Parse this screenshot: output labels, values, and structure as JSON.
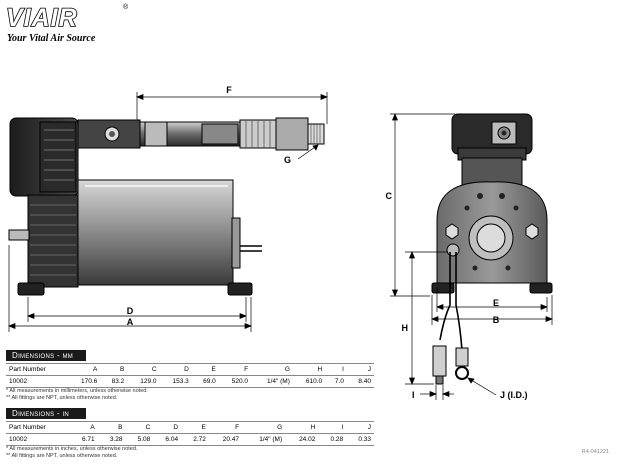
{
  "brand": {
    "name": "VIAIR",
    "reg": "®",
    "tagline": "Your Vital Air Source"
  },
  "dimension_labels": {
    "A": "A",
    "B": "B",
    "C": "C",
    "D": "D",
    "E": "E",
    "F": "F",
    "G": "G",
    "H": "H",
    "I": "I",
    "J": "J (I.D.)"
  },
  "tables": [
    {
      "title": "Dimensions - mm",
      "header": [
        "Part Number",
        "A",
        "B",
        "C",
        "D",
        "E",
        "F",
        "G",
        "H",
        "I",
        "J"
      ],
      "row": [
        "10002",
        "170.6",
        "83.2",
        "129.0",
        "153.3",
        "69.0",
        "520.0",
        "1/4\" (M)",
        "610.0",
        "7.0",
        "8.40"
      ],
      "notes": [
        "* All measurements in millimeters, unless otherwise noted.",
        "** All fittings are NPT, unless otherwise noted."
      ]
    },
    {
      "title": "Dimensions - in",
      "header": [
        "Part Number",
        "A",
        "B",
        "C",
        "D",
        "E",
        "F",
        "G",
        "H",
        "I",
        "J"
      ],
      "row": [
        "10002",
        "6.71",
        "3.28",
        "5.08",
        "6.04",
        "2.72",
        "20.47",
        "1/4\" (M)",
        "24.02",
        "0.28",
        "0.33"
      ],
      "notes": [
        "* All measurements in inches, unless otherwise noted.",
        "** All fittings are NPT, unless otherwise noted."
      ]
    }
  ],
  "doc_number": "R4-041221"
}
